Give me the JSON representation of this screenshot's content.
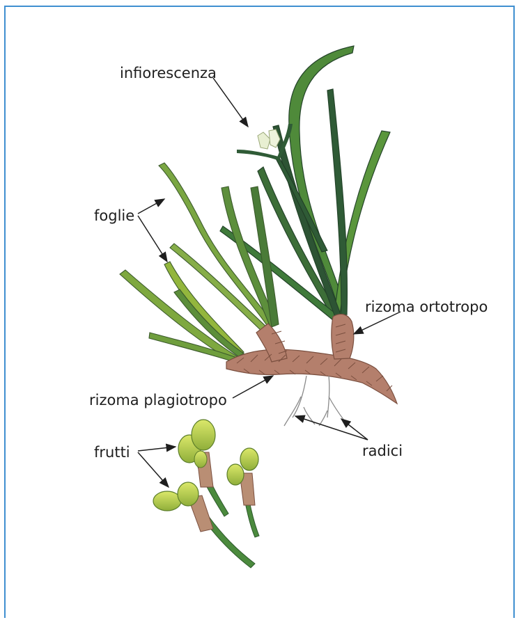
{
  "labels": {
    "inflorescence": "infiorescenza",
    "leaves": "foglie",
    "orthotropic_rhizome": "rizoma ortotropo",
    "plagiotropic_rhizome": "rizoma plagiotropo",
    "fruits": "frutti",
    "roots": "radici"
  },
  "colors": {
    "frame": "#3f8fd0",
    "leaf_light": "#93b63d",
    "leaf_mid": "#5f8e3a",
    "leaf_dark": "#2f5b36",
    "rhizome": "#b47f6c",
    "rhizome_dark": "#7a4f3f",
    "fruit": "#c9dc52",
    "flower": "#e8efd2",
    "text": "#1e1e1e"
  }
}
